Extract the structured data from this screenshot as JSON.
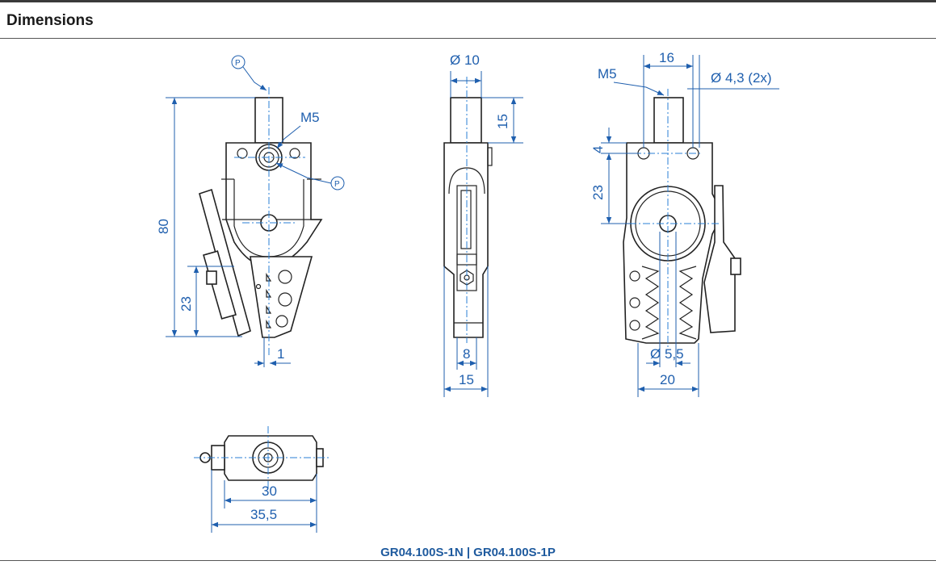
{
  "header": {
    "title": "Dimensions"
  },
  "footer": {
    "models": "GR04.100S-1N  |  GR04.100S-1P"
  },
  "drawing": {
    "line_color": "#1f5fae",
    "part_color": "#222222",
    "front_view": {
      "height": "80",
      "lower_height": "23",
      "offset": "1",
      "thread": "M5",
      "port_label": "P"
    },
    "side_view": {
      "diameter": "Ø 10",
      "pin_length": "15",
      "inner_width": "8",
      "width": "15"
    },
    "rear_view": {
      "thread": "M5",
      "spacing": "16",
      "hole": "Ø 4,3 (2x)",
      "top_offset": "4",
      "pivot_offset": "23",
      "pivot_diameter": "Ø 5,5",
      "jaw_width": "20"
    },
    "bottom_view": {
      "inner_length": "30",
      "total_length": "35,5"
    }
  }
}
